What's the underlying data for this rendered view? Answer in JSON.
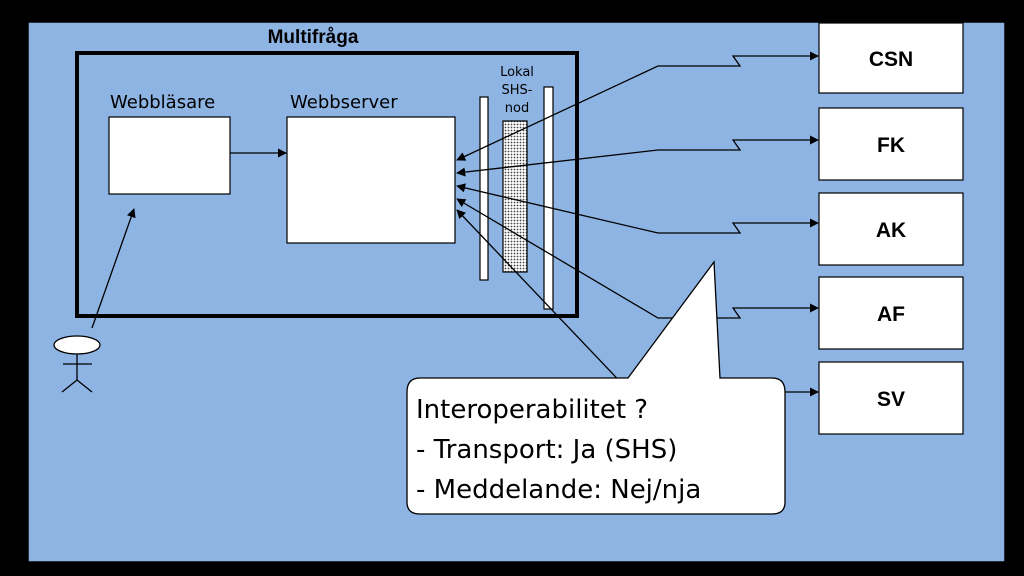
{
  "frame_title": "Multifråga",
  "browser_label": "Webbläsare",
  "webserver_label": "Webbserver",
  "shs_node_label": [
    "Lokal",
    "SHS-",
    "nod"
  ],
  "agencies": [
    "CSN",
    "FK",
    "AK",
    "AF",
    "SV"
  ],
  "callout": [
    "Interoperabilitet ?",
    "- Transport: Ja (SHS)",
    "- Meddelande: Nej/nja"
  ],
  "colors": {
    "background": "#8eb4e3",
    "outer_border": "#000000",
    "box_fill": "#ffffff",
    "line": "#000000"
  },
  "icons": [
    "person-stick-figure-icon",
    "lightning-bolt-connector-icon"
  ]
}
